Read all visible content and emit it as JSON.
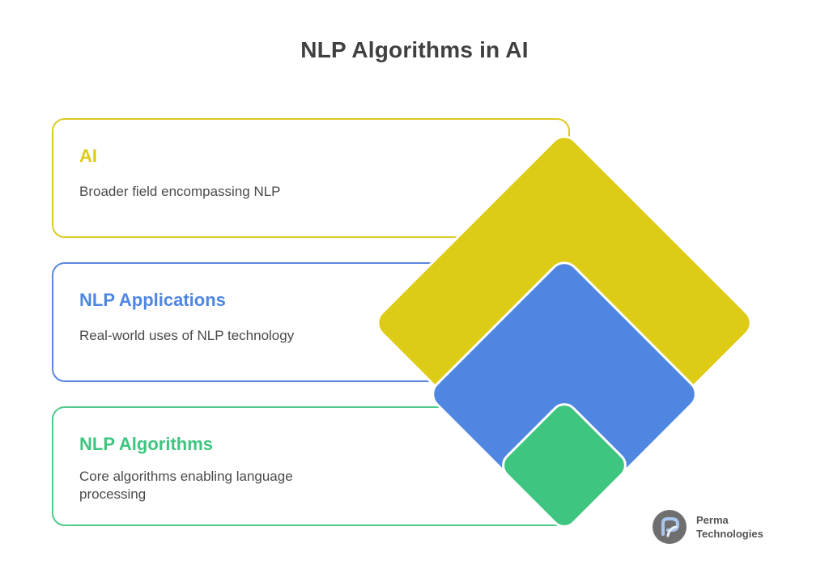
{
  "title": "NLP Algorithms in AI",
  "layers": [
    {
      "title": "AI",
      "description": "Broader field encompassing NLP",
      "color": "#ddcb16"
    },
    {
      "title": "NLP Applications",
      "description": "Real-world uses of NLP technology",
      "color": "#4e86e2"
    },
    {
      "title": "NLP Algorithms",
      "description": "Core algorithms enabling language processing",
      "color": "#3ec57f"
    }
  ],
  "logo": {
    "line1": "Perma",
    "line2": "Technologies",
    "icon": "perma-logo-icon"
  }
}
